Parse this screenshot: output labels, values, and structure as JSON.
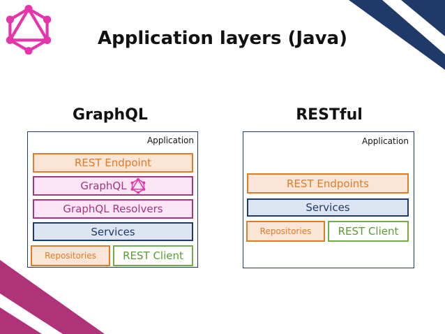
{
  "page": {
    "title": "Application layers (Java)"
  },
  "icons": {
    "logo": "graphql-logo-icon",
    "inline": "graphql-logo-icon"
  },
  "colors": {
    "graphql_pink": "#e535ab",
    "navy": "#1f3a68",
    "magenta": "#b0337a",
    "orange": "#e07b29",
    "green": "#70ad47"
  },
  "graphql": {
    "heading": "GraphQL",
    "app_label": "Application",
    "layers": {
      "rest_endpoint": "REST Endpoint",
      "graphql": "GraphQL",
      "resolvers": "GraphQL Resolvers",
      "services": "Services",
      "repositories": "Repositories",
      "rest_client": "REST Client"
    }
  },
  "restful": {
    "heading": "RESTful",
    "app_label": "Application",
    "layers": {
      "rest_endpoints": "REST Endpoints",
      "services": "Services",
      "repositories": "Repositories",
      "rest_client": "REST Client"
    }
  }
}
